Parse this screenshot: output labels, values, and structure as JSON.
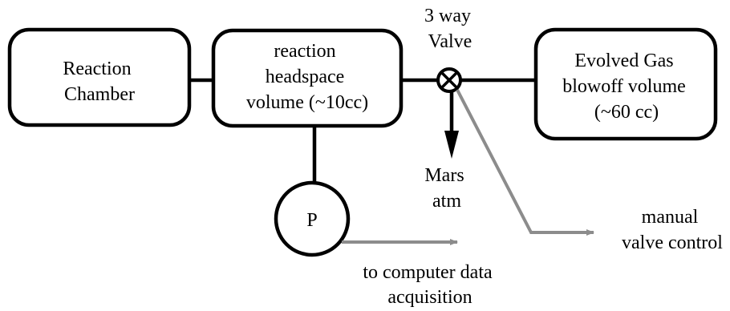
{
  "diagram": {
    "nodes": {
      "reaction_chamber": {
        "lines": [
          "Reaction",
          "Chamber"
        ]
      },
      "headspace": {
        "lines": [
          "reaction",
          "headspace",
          "volume (~10cc)"
        ]
      },
      "evolved_gas": {
        "lines": [
          "Evolved Gas",
          "blowoff volume",
          "(~60 cc)"
        ]
      },
      "pressure": {
        "label": "P"
      },
      "valve": {
        "lines": [
          "3 way",
          "Valve"
        ]
      }
    },
    "labels": {
      "mars_atm": [
        "Mars",
        "atm"
      ],
      "computer": [
        "to computer data",
        "acquisition"
      ],
      "manual": [
        "manual",
        "valve control"
      ]
    },
    "colors": {
      "stroke": "#000000",
      "signal": "#8c8c8c",
      "background": "#ffffff"
    }
  }
}
